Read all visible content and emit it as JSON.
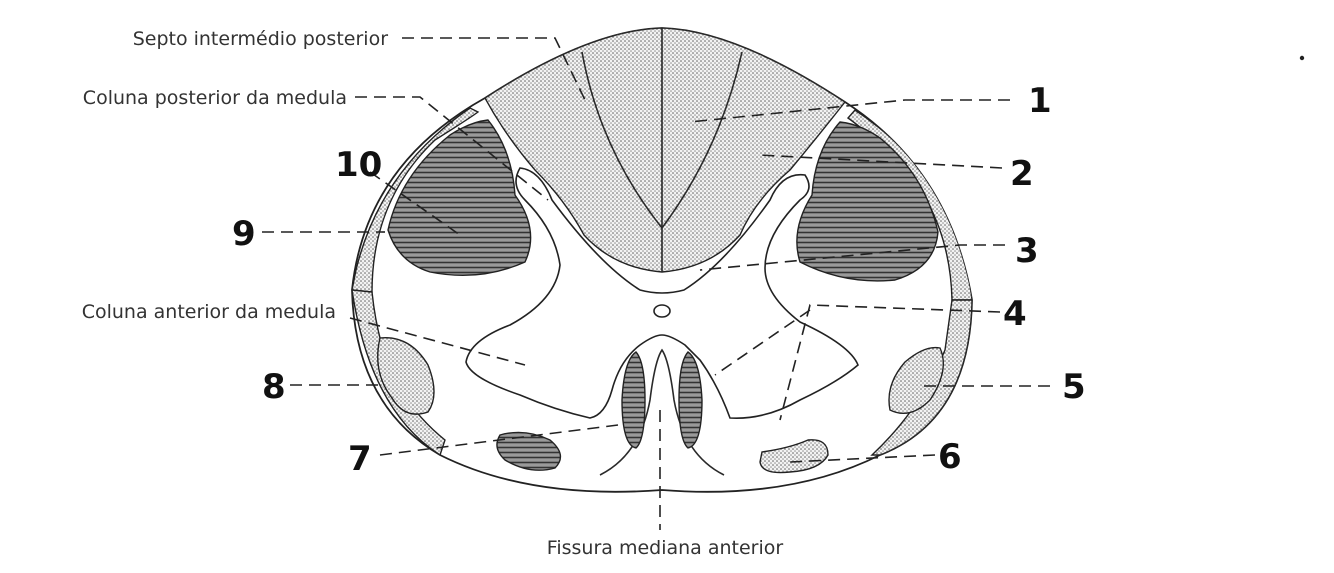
{
  "diagram": {
    "labels": {
      "septo": "Septo intermédio posterior",
      "coluna_posterior": "Coluna posterior da medula",
      "coluna_anterior": "Coluna anterior da medula",
      "fissura": "Fissura mediana anterior"
    },
    "numbers": [
      "1",
      "2",
      "3",
      "4",
      "5",
      "6",
      "7",
      "8",
      "9",
      "10"
    ]
  }
}
